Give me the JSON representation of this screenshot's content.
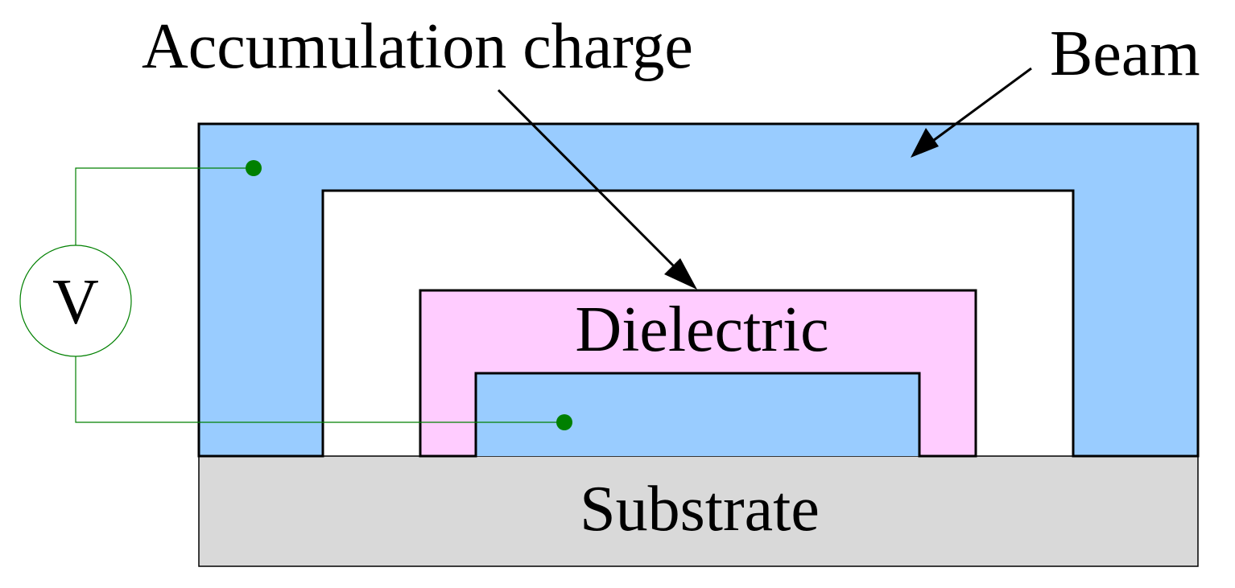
{
  "labels": {
    "accumulation_charge": "Accumulation charge",
    "beam": "Beam",
    "dielectric": "Dielectric",
    "substrate": "Substrate",
    "voltage_source": "V"
  },
  "colors": {
    "beam": "#99ccff",
    "dielectric": "#ffccff",
    "electrode": "#99ccff",
    "substrate": "#d9d9d9",
    "wire": "#008000",
    "contact": "#008000",
    "outline": "#000000"
  }
}
